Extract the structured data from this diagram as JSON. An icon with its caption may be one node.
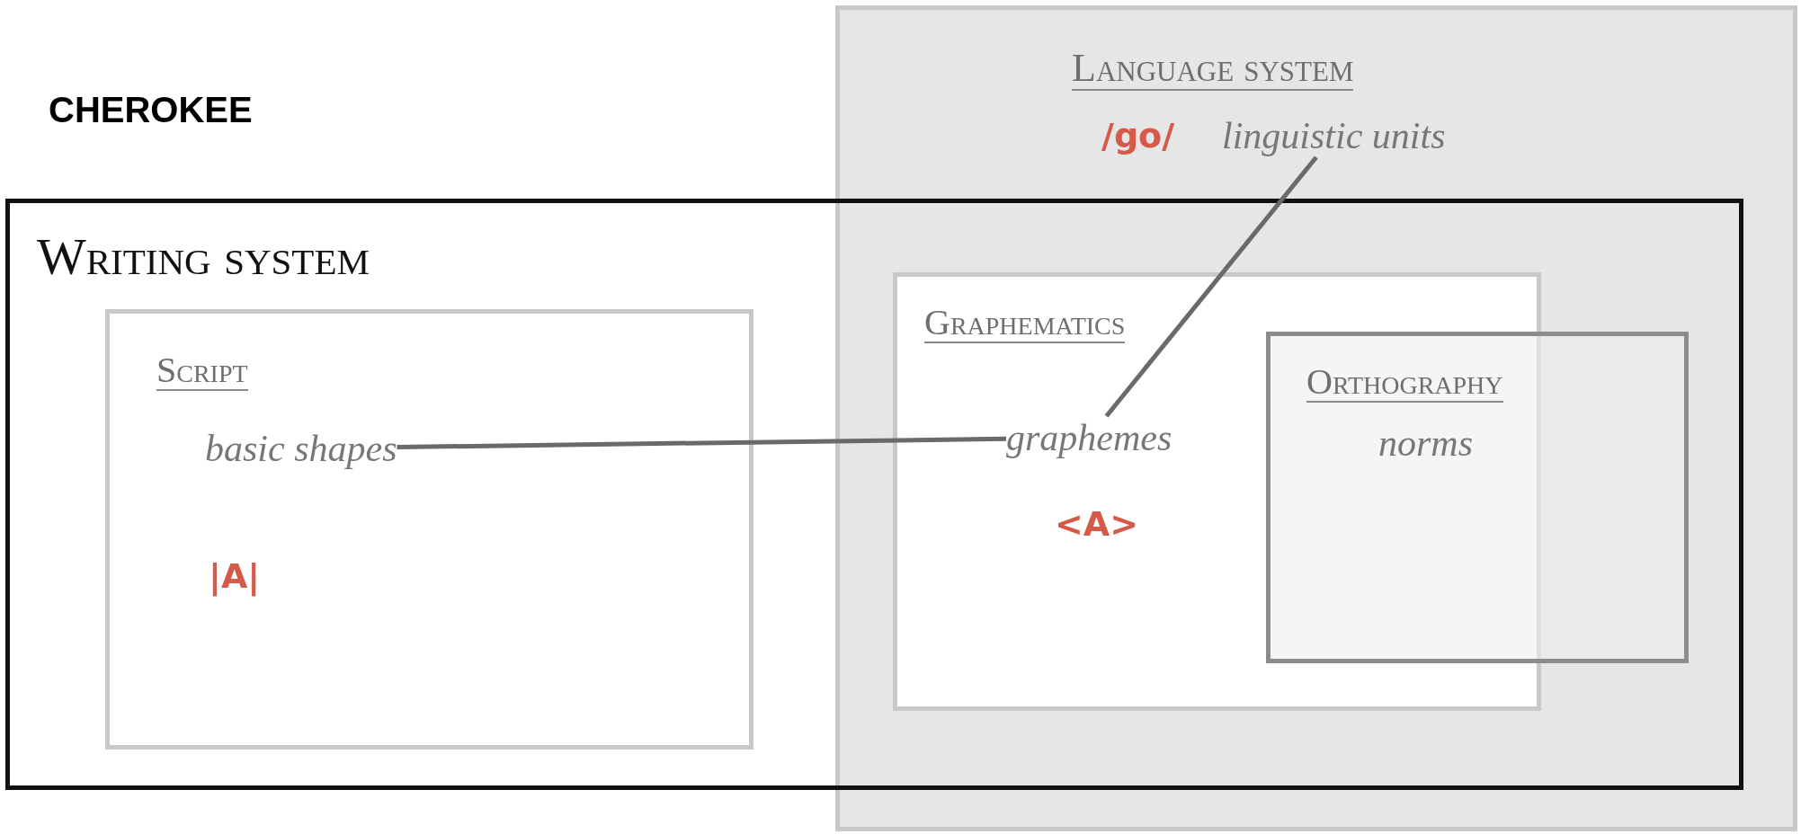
{
  "diagram": {
    "title": "CHEROKEE",
    "nodes": [
      {
        "text": [
          "Writing system"
        ]
      },
      {
        "text": [
          "Language system",
          "/go/"
        ]
      },
      {
        "text": [
          "Script",
          "|A|"
        ],
        "in": 0
      },
      {
        "text": [
          "basic shapes"
        ],
        "in": 2
      },
      {
        "text": [
          "Graphematics",
          "<A>"
        ]
      },
      {
        "text": [
          "graphemes"
        ],
        "in": 4
      },
      {
        "text": [
          "Orthography",
          "norms"
        ]
      },
      {
        "text": [
          "linguistic units"
        ],
        "in": 1
      }
    ],
    "edges": [
      {
        "from": 3,
        "to": 5,
        "arrow": "none"
      },
      {
        "from": 7,
        "to": 5,
        "arrow": "none"
      }
    ]
  }
}
